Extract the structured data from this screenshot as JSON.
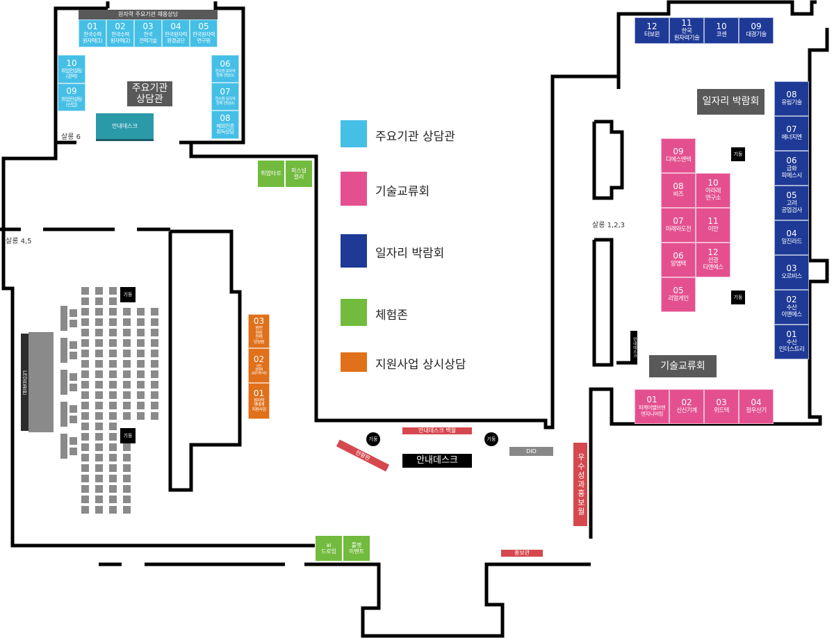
{
  "colors": {
    "major": "#45bfe6",
    "tech": "#e4508f",
    "job": "#1e3a96",
    "experience": "#72bb3e",
    "support": "#e0701a",
    "red": "#d5484d",
    "gray": "#595959",
    "teal": "#2a9aa9"
  },
  "legend": [
    {
      "label": "주요기관 상담관",
      "color": "#45bfe6"
    },
    {
      "label": "기술교류회",
      "color": "#e4508f"
    },
    {
      "label": "일자리 박람회",
      "color": "#1e3a96"
    },
    {
      "label": "체험존",
      "color": "#72bb3e"
    },
    {
      "label": "지원사업 상시상담",
      "color": "#e0701a"
    }
  ],
  "major_hall": {
    "header": "원자력 주요기관 채용상담",
    "title": "주요기관\n상담관",
    "info_desk": "안내데스크",
    "salon": "살롱 6",
    "booths": [
      {
        "no": "01",
        "name": "한국수력\n원자력(1)"
      },
      {
        "no": "02",
        "name": "한국수력\n원자력(2)"
      },
      {
        "no": "03",
        "name": "한국\n전력기술"
      },
      {
        "no": "04",
        "name": "한국원자력\n환경공단"
      },
      {
        "no": "05",
        "name": "한국원자력\n연구원"
      },
      {
        "no": "06",
        "name": "한수원 유자격\n등록 상담(1)"
      },
      {
        "no": "07",
        "name": "한수원 유자격\n등록 상담(2)"
      },
      {
        "no": "08",
        "name": "해외인증\n취득상담"
      },
      {
        "no": "09",
        "name": "취업컨설팅\n(신입)"
      },
      {
        "no": "10",
        "name": "취업컨설팅\n(경력)"
      }
    ]
  },
  "experience": {
    "top": [
      {
        "name": "취업타로"
      },
      {
        "name": "퍼스널\n컬러"
      }
    ],
    "bottom": [
      {
        "name": "ai\n드로잉"
      },
      {
        "name": "룰렛\n이벤트"
      }
    ]
  },
  "support": {
    "booths": [
      {
        "no": "03",
        "name": "원전\n현장\n인력\n양성원"
      },
      {
        "no": "02",
        "name": "원전\n생태계\n금융지원사업"
      },
      {
        "no": "01",
        "name": "원자력\n생태계\n지원사업"
      }
    ]
  },
  "seminar": {
    "salon": "살롱 4,5",
    "led": "LED전광판",
    "pillar": "기둥"
  },
  "lobby": {
    "pillar": "기둥",
    "backwall": "안내데스크 백월",
    "board": "현황판",
    "info_desk": "안내데스크",
    "did": "DID",
    "wall": "우수성과홍보월",
    "pr": "홍보관"
  },
  "right_hall": {
    "salon": "살롱 1,2,3",
    "job_title": "일자리 박람회",
    "tech_title": "기술교류회",
    "info_desk": "안내데스크",
    "pillar": "기둥",
    "job_top": [
      {
        "no": "12",
        "name": "터보윈"
      },
      {
        "no": "11",
        "name": "한국\n원자력기술"
      },
      {
        "no": "10",
        "name": "코센"
      },
      {
        "no": "09",
        "name": "대경기술"
      }
    ],
    "job_side": [
      {
        "no": "08",
        "name": "유림기술"
      },
      {
        "no": "07",
        "name": "에너지엔"
      },
      {
        "no": "06",
        "name": "금화\n피에스시"
      },
      {
        "no": "05",
        "name": "고려\n공업검사"
      },
      {
        "no": "04",
        "name": "일진라드"
      },
      {
        "no": "03",
        "name": "오르비스"
      },
      {
        "no": "02",
        "name": "수산\n이앤에스"
      },
      {
        "no": "01",
        "name": "수산\n인더스트리"
      }
    ],
    "tech": [
      {
        "no": "09",
        "name": "디에스엔텍"
      },
      {
        "no": "08",
        "name": "비즈"
      },
      {
        "no": "07",
        "name": "미래와도전"
      },
      {
        "no": "06",
        "name": "알엠택"
      },
      {
        "no": "05",
        "name": "리얼게인"
      },
      {
        "no": "10",
        "name": "아라레\n연구소"
      },
      {
        "no": "11",
        "name": "이안"
      },
      {
        "no": "12",
        "name": "선광\n티앤에스"
      }
    ],
    "tech_bottom": [
      {
        "no": "01",
        "name": "피케이밸브앤\n엔지니어링"
      },
      {
        "no": "02",
        "name": "신신기계"
      },
      {
        "no": "03",
        "name": "위드텍"
      },
      {
        "no": "04",
        "name": "정우산기"
      }
    ]
  }
}
